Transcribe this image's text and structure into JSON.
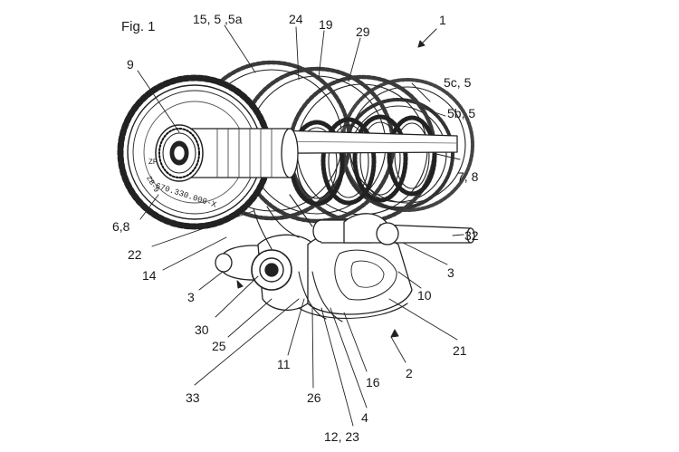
{
  "figure": {
    "title": "Fig. 1"
  },
  "labels": [
    "1",
    "15, 5 ,5a",
    "24",
    "19",
    "29",
    "5c, 5",
    "5b, 5",
    "7, 8",
    "9",
    "6,8",
    "22",
    "14",
    "32",
    "3",
    "3",
    "10",
    "30",
    "25",
    "21",
    "11",
    "2",
    "16",
    "33",
    "26",
    "4",
    "12, 23"
  ],
  "stamp_text": [
    "670.330.000-X",
    "ZB-9",
    "ZF"
  ]
}
